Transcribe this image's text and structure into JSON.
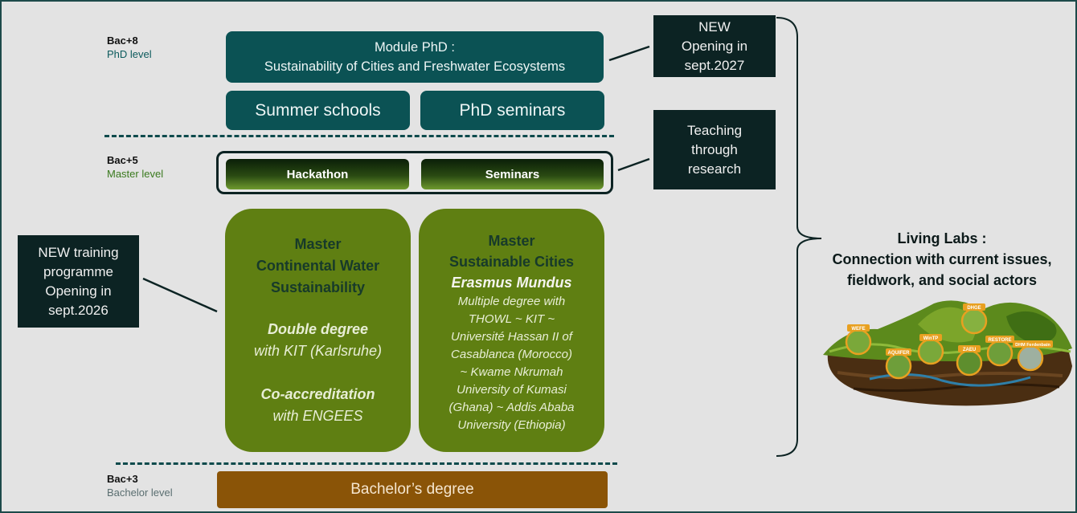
{
  "levels": {
    "phd": {
      "code": "Bac+8",
      "name": "PhD level"
    },
    "master": {
      "code": "Bac+5",
      "name": "Master level"
    },
    "bachelor": {
      "code": "Bac+3",
      "name": "Bachelor level"
    }
  },
  "phd": {
    "module_line1": "Module PhD :",
    "module_line2": "Sustainability of Cities and Freshwater Ecosystems",
    "summer_schools": "Summer schools",
    "seminars": "PhD seminars"
  },
  "master_level": {
    "hackathon": "Hackathon",
    "seminars": "Seminars"
  },
  "master1": {
    "title": [
      "Master",
      "Continental Water",
      "Sustainability"
    ],
    "double_degree": "Double degree",
    "with_kit": "with KIT (Karlsruhe)",
    "coaccreditation": "Co-accreditation",
    "with_engees": "with ENGEES"
  },
  "master2": {
    "title": [
      "Master",
      "Sustainable Cities"
    ],
    "erasmus": "Erasmus Mundus",
    "details": [
      "Multiple degree with",
      "THOWL ~ KIT ~",
      "Université Hassan II of",
      "Casablanca (Morocco)",
      "~ Kwame Nkrumah",
      "University of Kumasi",
      "(Ghana) ~ Addis Ababa",
      "University (Ethiopia)"
    ]
  },
  "bachelor": {
    "label": "Bachelor’s degree"
  },
  "callouts": {
    "new_phd": [
      "NEW",
      "Opening in",
      "sept.2027"
    ],
    "teaching": [
      "Teaching",
      "through",
      "research"
    ],
    "new_training": [
      "NEW training",
      "programme",
      "Opening in",
      "sept.2026"
    ]
  },
  "living_labs": {
    "lines": [
      "Living Labs :",
      "Connection with current issues,",
      "fieldwork, and social actors"
    ],
    "markers": [
      "WEFE",
      "AQUIFER",
      "WinTP",
      "DHGE",
      "ZAEU",
      "RESTORE",
      "DHM Ferdenbain"
    ]
  },
  "colors": {
    "teal": "#0b5254",
    "olive": "#5f7f12",
    "bachelor": "#8a5407",
    "callout": "#0c2323",
    "phd_level_text": "#0b5a5c",
    "master_level_text": "#3a7a1e",
    "bachelor_level_text": "#5a6e70"
  }
}
